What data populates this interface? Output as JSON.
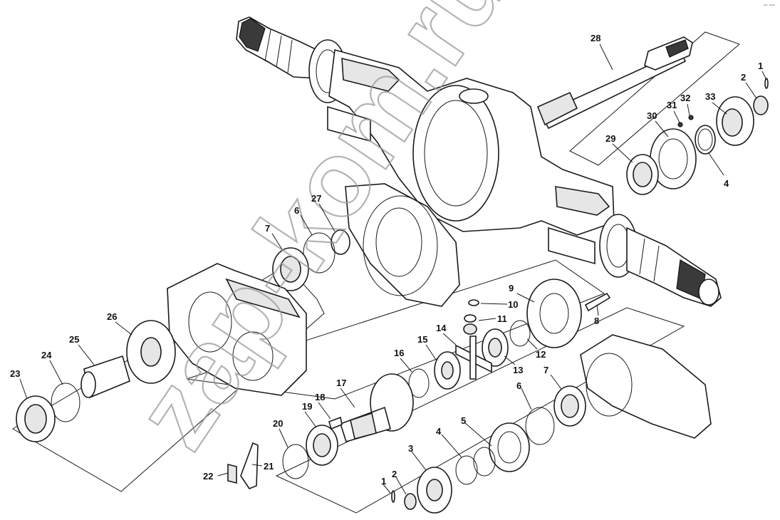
{
  "watermark": "zap-kom.ru",
  "corner_logo": "°° °°°",
  "callouts": [
    {
      "id": "28",
      "label": "28"
    },
    {
      "id": "1a",
      "label": "1"
    },
    {
      "id": "2a",
      "label": "2"
    },
    {
      "id": "32",
      "label": "32"
    },
    {
      "id": "31",
      "label": "31"
    },
    {
      "id": "33",
      "label": "33"
    },
    {
      "id": "30",
      "label": "30"
    },
    {
      "id": "29",
      "label": "29"
    },
    {
      "id": "4a",
      "label": "4"
    },
    {
      "id": "27",
      "label": "27"
    },
    {
      "id": "6a",
      "label": "6"
    },
    {
      "id": "7a",
      "label": "7"
    },
    {
      "id": "26",
      "label": "26"
    },
    {
      "id": "25",
      "label": "25"
    },
    {
      "id": "24",
      "label": "24"
    },
    {
      "id": "23",
      "label": "23"
    },
    {
      "id": "10",
      "label": "10"
    },
    {
      "id": "9",
      "label": "9"
    },
    {
      "id": "11",
      "label": "11"
    },
    {
      "id": "8",
      "label": "8"
    },
    {
      "id": "14",
      "label": "14"
    },
    {
      "id": "15",
      "label": "15"
    },
    {
      "id": "12",
      "label": "12"
    },
    {
      "id": "13",
      "label": "13"
    },
    {
      "id": "16",
      "label": "16"
    },
    {
      "id": "17",
      "label": "17"
    },
    {
      "id": "18",
      "label": "18"
    },
    {
      "id": "19",
      "label": "19"
    },
    {
      "id": "20",
      "label": "20"
    },
    {
      "id": "21",
      "label": "21"
    },
    {
      "id": "22",
      "label": "22"
    },
    {
      "id": "7b",
      "label": "7"
    },
    {
      "id": "6b",
      "label": "6"
    },
    {
      "id": "5",
      "label": "5"
    },
    {
      "id": "4b",
      "label": "4"
    },
    {
      "id": "3",
      "label": "3"
    },
    {
      "id": "2b",
      "label": "2"
    },
    {
      "id": "1b",
      "label": "1"
    }
  ]
}
